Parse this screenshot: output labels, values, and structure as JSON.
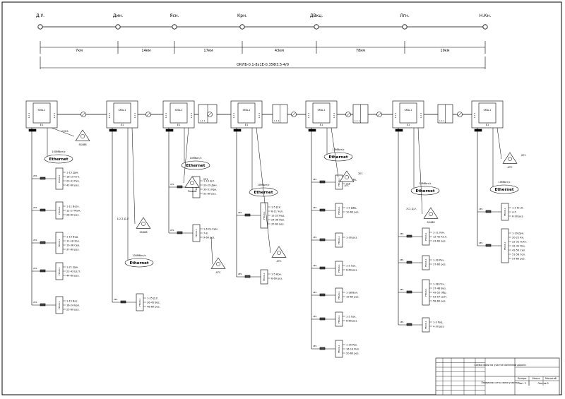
{
  "route": {
    "stations": [
      "Д.У.",
      "Дин.",
      "Ясн.",
      "Крн.",
      "ДВкц.",
      "Лгн.",
      "Н.Кн."
    ],
    "distances": [
      "7км",
      "14км",
      "17км",
      "43км",
      "78км",
      "19км"
    ],
    "cable": "ОКЛБ-0.1-8х1Е-0.35Ф3.5-4/0"
  },
  "nodes": [
    {
      "mux": "SMA-1",
      "port_left": "L-1.1",
      "port_right": "L-1.1",
      "slot": "E1",
      "stat": {
        "label": "SS488",
        "tag": "ССК1"
      },
      "ethernet": {
        "label": "Ethernet",
        "rate": "100Мбит/с"
      },
      "branches": [
        {
          "tag": "2Е1",
          "unit": "FMUX-1",
          "lines": [
            "1-15 Дун.",
            "16-19 Огп.",
            "20-41 Пуз.",
            "42-60 рез."
          ]
        },
        {
          "tag": "2Е1",
          "unit": "FMUX-1",
          "lines": [
            "1-11 Воск.",
            "12-27 Муж.",
            "28-60 рез."
          ]
        },
        {
          "tag": "2Е1",
          "unit": "FMUX-1",
          "lines": [
            "1-10 Вед.",
            "11-18 Зол.",
            "19-36 Сев.",
            "37-60 рез."
          ]
        },
        {
          "tag": "2Е1",
          "unit": "FMUX-1",
          "lines": [
            "1-21 Дун.",
            "22-43 Ш.П.",
            "44-60 рез."
          ]
        },
        {
          "tag": "2Е1",
          "unit": "FMUX-1",
          "lines": [
            "1-15 Вос.",
            "16-24 Бол.",
            "25-60 рез."
          ]
        }
      ]
    },
    {
      "mux": "SMA-1",
      "port_left": "L-1.1",
      "port_right": "L-1.1",
      "slot": "E1",
      "stat": {
        "label": "SS488",
        "tag": "1СС1 Д.У."
      },
      "ethernet": {
        "label": "Ethernet",
        "rate": "100Мбит/с"
      },
      "branches": [
        {
          "tag": "2Е1",
          "unit": "FMUX-1",
          "lines": [
            "1-25 Д.У.",
            "26-45 Вос.",
            "46-60 рез."
          ]
        }
      ]
    },
    {
      "mux": "SMA-1",
      "port_left": "L-1.1",
      "port_right": "L-1.1",
      "slot": "E1",
      "ethernet": {
        "label": "Ethernet",
        "rate": "10Мбит/с"
      },
      "ats": {
        "label": "Пошив",
        "tag": "2Е1"
      },
      "branches": [
        {
          "tag": "2Е1",
          "unit": "FMUX-1",
          "lines": [
            "1-19 Д.У.",
            "20-29 Дин.",
            "30-51 Крн.",
            "52-60 рез."
          ]
        },
        {
          "tag": "2Е1",
          "unit": "FMUX-1",
          "lines": [
            "1-6 Ул.Хим.",
            "7-8",
            "9-60 рез."
          ]
        }
      ],
      "ats2": {
        "label": "АТС"
      }
    },
    {
      "mux": "SMA-1",
      "port_left": "L-1.1",
      "port_right": "L-1.1",
      "slot": "E1",
      "ethernet": {
        "label": "Ethernet",
        "rate": "10Мбит/с"
      },
      "branches": [
        {
          "tag": "2Е1",
          "unit": "FMUX-1",
          "lines": [
            "1-5 Д.У.",
            "6-11 Чел.",
            "12-23 Рад.",
            "24-36 Пол.",
            "37-60 рез."
          ]
        },
        {
          "tag": "2Е1",
          "unit": "FMUX-1",
          "lines": [
            "1-5 Крн.",
            "6-60 рез."
          ]
        }
      ],
      "ats": {
        "label": "АТС"
      }
    },
    {
      "mux": "SMA-1",
      "port_left": "L-1.1",
      "port_right": "L-1.1",
      "slot": "E1",
      "ethernet": {
        "label": "Ethernet",
        "rate": "10Мбит/с"
      },
      "ats": {
        "label": "АТС",
        "tag": "2Е1"
      },
      "branches": [
        {
          "tag": "1Е1",
          "unit": "FMUX-1",
          "lines": [
            "1-3 ДВц.",
            "4-6"
          ]
        },
        {
          "tag": "1Е1",
          "unit": "FMUX-1",
          "lines": [
            "1-9 ДВц.",
            "10-60 рез."
          ]
        },
        {
          "tag": "1Е1",
          "unit": "FMUX-1",
          "lines": [
            "1-30 рез."
          ]
        },
        {
          "tag": "1Е1",
          "unit": "FMUX-1",
          "lines": [
            "1-5 Сек.",
            "6-60 рез."
          ]
        },
        {
          "tag": "1Е1",
          "unit": "FMUX-1",
          "lines": [
            "1-18 Вол.",
            "19-60 рез."
          ]
        },
        {
          "tag": "1Е1",
          "unit": "FMUX-1",
          "lines": [
            "1-5 Сек.",
            "6-60 рез."
          ]
        },
        {
          "tag": "1Е1",
          "unit": "FMUX-1",
          "lines": [
            "1-15 Рак.",
            "16-19 Рип.",
            "20-60 рез."
          ]
        },
        {
          "tag": "1Е1",
          "unit": "FMUX-1",
          "lines": [
            "1-18 Вол.",
            "19-21 Ир.",
            "22-52 Пер.",
            "53-60 рез."
          ]
        },
        {
          "tag": "1Е1",
          "unit": "FMUX-1",
          "lines": [
            "1-5 Рак.",
            "6-12 Пр.",
            "13-18 Оз.",
            "19-40 рез."
          ]
        }
      ]
    },
    {
      "mux": "SMA-1",
      "port_left": "L-1.1",
      "port_right": "L-1.1",
      "slot": "E1",
      "stat": {
        "label": "SS488",
        "tag": "7С1 Д.У."
      },
      "ethernet": {
        "label": "Ethernet",
        "rate": "10Мбит/с"
      },
      "branches": [
        {
          "tag": "2Е1",
          "unit": "FMUX-1",
          "lines": [
            "1-11 Узм.",
            "12-42 Кн.У.",
            "43-60 рез."
          ]
        },
        {
          "tag": "2Е1",
          "unit": "FMUX-1",
          "lines": [
            "1-30 Руч.",
            "37-60 рез."
          ]
        },
        {
          "tag": "2Е1",
          "unit": "FMUX-1",
          "lines": [
            "1-38 Лгн.",
            "37-48 Ваз.",
            "49-52 Обр.",
            "53-57 Ш.П.",
            "58-60 рез."
          ]
        },
        {
          "tag": "1Е1",
          "unit": "FMUX-1",
          "lines": [
            "1-3 Руд.",
            "4-30 рез."
          ]
        }
      ]
    },
    {
      "mux": "SMA-1",
      "port_left": "L-1.1",
      "port_right": "",
      "slot": "E1",
      "ats": {
        "label": "АТС",
        "tag": "2Е1"
      },
      "ethernet": {
        "label": "Ethernet",
        "rate": "10Мбит/с"
      },
      "branches": [
        {
          "tag": "1Е1",
          "unit": "FMUX-1",
          "lines": [
            "1-3 Кн.Н.",
            "4-5",
            "6-30 рез."
          ]
        },
        {
          "tag": "2Е1",
          "unit": "FMUX-1",
          "lines": [
            "1-19 Дун.",
            "20-21 Кн.",
            "22-31 Н.Кн.",
            "32-41 Ясн.",
            "42-50 Сел.",
            "51-56 Гол.",
            "57-60 рез."
          ]
        }
      ]
    }
  ],
  "repeater": {
    "label": "L-1.1"
  },
  "stamp": {
    "title": "Схема связи на участке железной дороги",
    "subtitle": "Первичная сеть связи участка",
    "sheet_label": "Лист 3",
    "sheets_label": "Листов 5",
    "col_lit": "Литера",
    "col_mass": "Масса",
    "col_scale": "Масштаб"
  }
}
